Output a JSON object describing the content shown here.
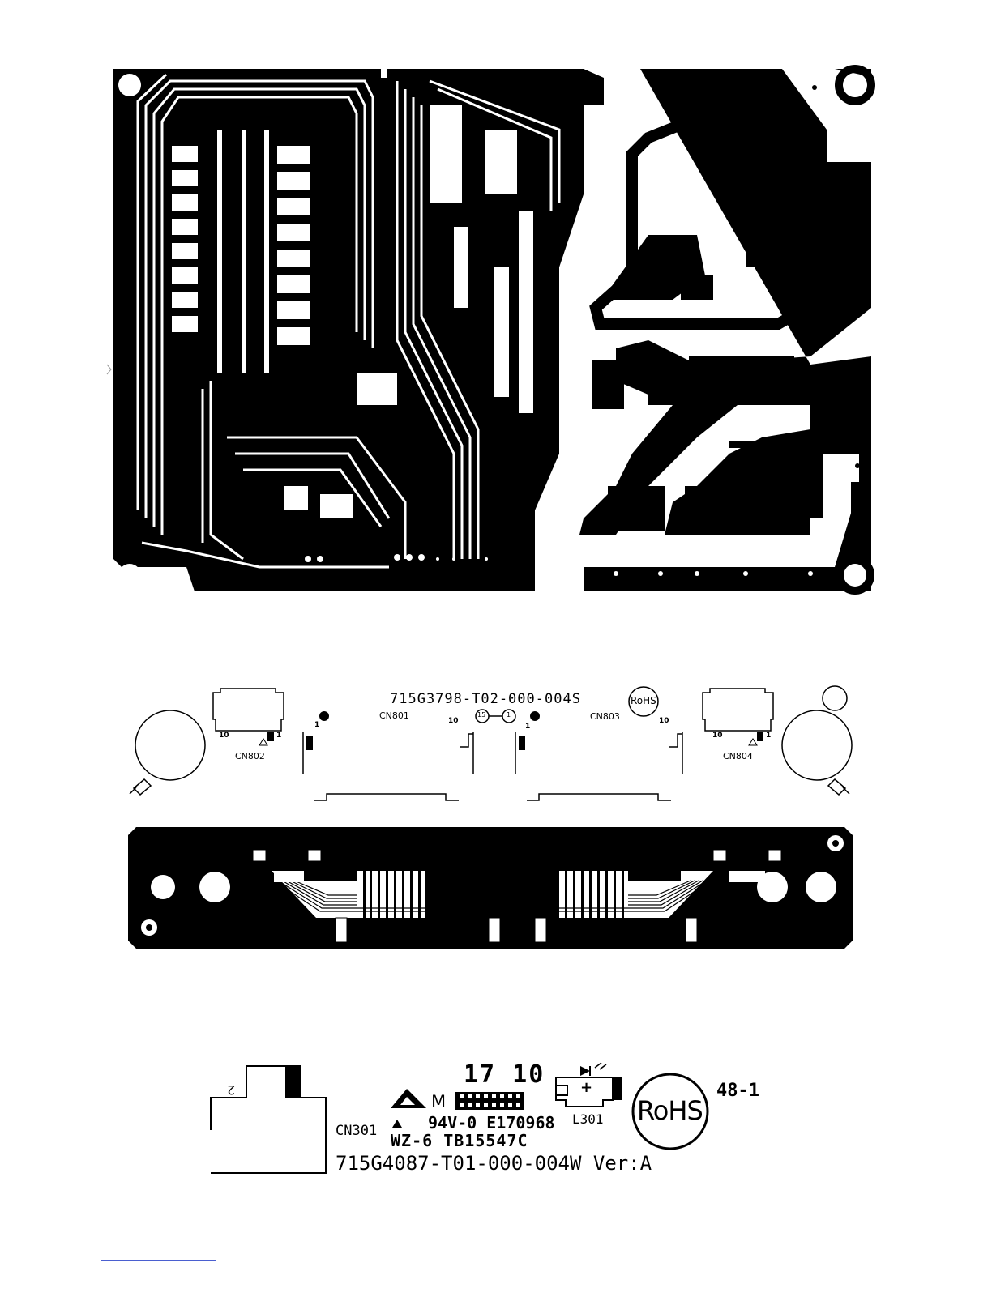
{
  "board_top": {
    "description_free": ""
  },
  "silkscreen": {
    "part_number": "715G3798-T02-000-004S",
    "rohs_badge": "RoHS",
    "labels": {
      "cn801": "CN801",
      "cn802": "CN802",
      "cn803": "CN803",
      "cn804": "CN804"
    },
    "pins": {
      "cn802_pin10": "10",
      "cn802_pin1": "1",
      "cn801_pin1": "1",
      "cn801_pin10": "10",
      "cn803_pin1": "1",
      "cn803_pin10": "10",
      "cn804_pin10": "10",
      "cn804_pin1": "1",
      "marker_15": "15",
      "marker_1": "1"
    }
  },
  "lower_silkscreen": {
    "connector_label": "CN301",
    "connector_pin": "2",
    "date_code": "17 10",
    "maker_letter": "M",
    "flammability": "94V-0 E170968",
    "material": "WZ-6 TB15547C",
    "part_number": "715G4087-T01-000-004W Ver:A",
    "led_label": "L301",
    "rohs_badge": "RoHS",
    "revision": "48-1"
  },
  "colors": {
    "copper": "#000000",
    "board": "#ffffff",
    "link_rule": "#4a5fd0"
  }
}
